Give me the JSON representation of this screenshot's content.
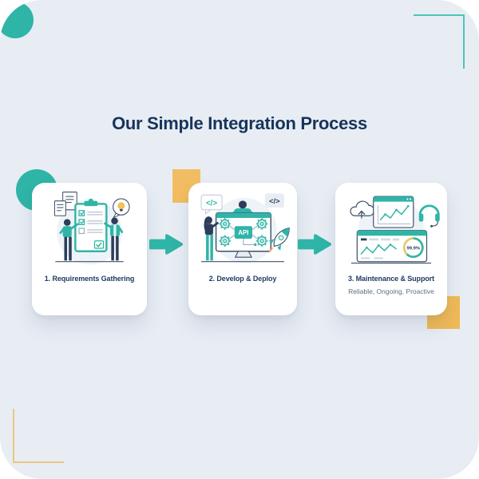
{
  "header": {
    "title": "Our Simple Integration Process"
  },
  "steps": [
    {
      "label": "1. Requirements Gathering",
      "sublabel": ""
    },
    {
      "label": "2. Develop & Deploy",
      "sublabel": ""
    },
    {
      "label": "3. Maintenance & Support",
      "sublabel": "Reliable, Ongoing, Proactive"
    }
  ],
  "illustration_text": {
    "api_box": "API",
    "code_badge_left": "</>",
    "code_badge_right": "</>",
    "uptime_badge": "99.9%"
  },
  "colors": {
    "background": "#e8edf4",
    "card": "#ffffff",
    "teal": "#2fb5a7",
    "yellow": "#f2bd62",
    "navy": "#1e3a5f",
    "subtitle_gray": "#5d6e82"
  }
}
